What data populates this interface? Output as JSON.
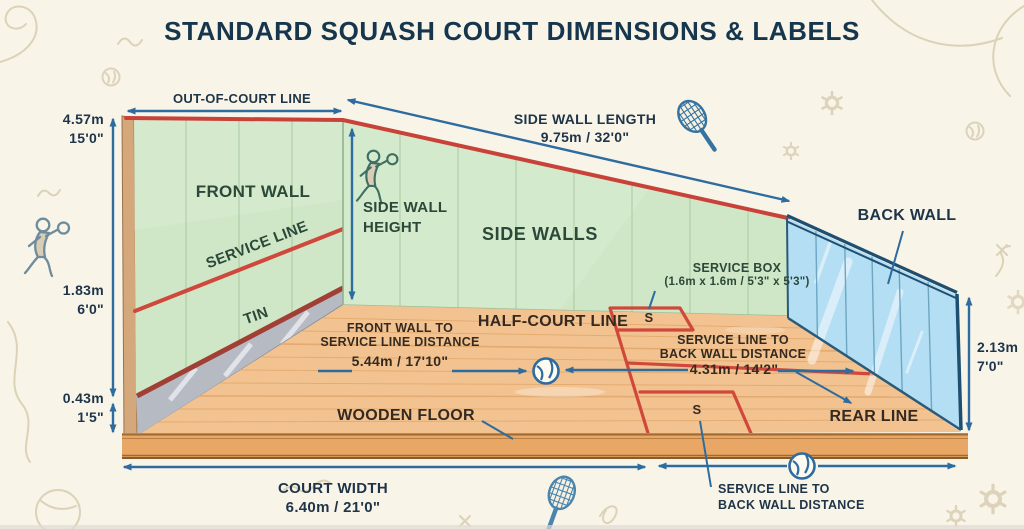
{
  "title": {
    "part1": "STANDARD",
    "part2": "SQUASH COURT",
    "part3": "DIMENSIONS & LABELS"
  },
  "walls": {
    "out_of_court_line": "OUT-OF-COURT LINE",
    "front_wall": "FRONT WALL",
    "service_line": "SERVICE LINE",
    "tin": "TIN",
    "side_walls": "SIDE WALLS",
    "back_wall": "BACK WALL",
    "rear_line": "REAR LINE",
    "half_court_line": "HALF-COURT LINE",
    "wooden_floor": "WOODEN FLOOR",
    "service_box_mark": "S"
  },
  "dimensions": {
    "front_wall_height": {
      "metric": "4.57m",
      "imperial": "15'0\""
    },
    "service_line_height": {
      "metric": "1.83m",
      "imperial": "6'0\""
    },
    "tin_height": {
      "metric": "0.43m",
      "imperial": "1'5\""
    },
    "back_wall_height": {
      "metric": "2.13m",
      "imperial": "7'0\""
    },
    "side_wall_height": {
      "line1": "SIDE WALL",
      "line2": "HEIGHT"
    },
    "side_wall_length": {
      "label": "SIDE WALL LENGTH",
      "value": "9.75m / 32'0\""
    },
    "front_wall_to_service_line": {
      "line1": "FRONT WALL TO",
      "line2": "SERVICE LINE DISTANCE",
      "value": "5.44m / 17'10\""
    },
    "service_line_to_back_wall": {
      "line1": "SERVICE LINE TO",
      "line2": "BACK WALL DISTANCE",
      "value": "4.31m / 14'2\""
    },
    "court_width": {
      "label": "COURT WIDTH",
      "value": "6.40m / 21'0\""
    },
    "service_line_to_back_wall_note": {
      "line1": "SERVICE LINE TO",
      "line2": "BACK WALL DISTANCE"
    },
    "service_box": {
      "label": "SERVICE BOX",
      "size": "(1.6m x 1.6m / 5'3\" x 5'3\")"
    }
  },
  "colors": {
    "background": "#f8f4e8",
    "wall_green": "#cfe7c6",
    "floor_wood": "#f2c391",
    "glass_blue": "#aedcf4",
    "line_red": "#d0483b",
    "arrow_blue": "#2e6b9e",
    "title_navy": "#16364d",
    "tin_gray": "#b6bbc3"
  },
  "icons": {
    "player": "running-player",
    "racket": "squash-racket",
    "ball": "squash-ball",
    "gear": "gear"
  }
}
